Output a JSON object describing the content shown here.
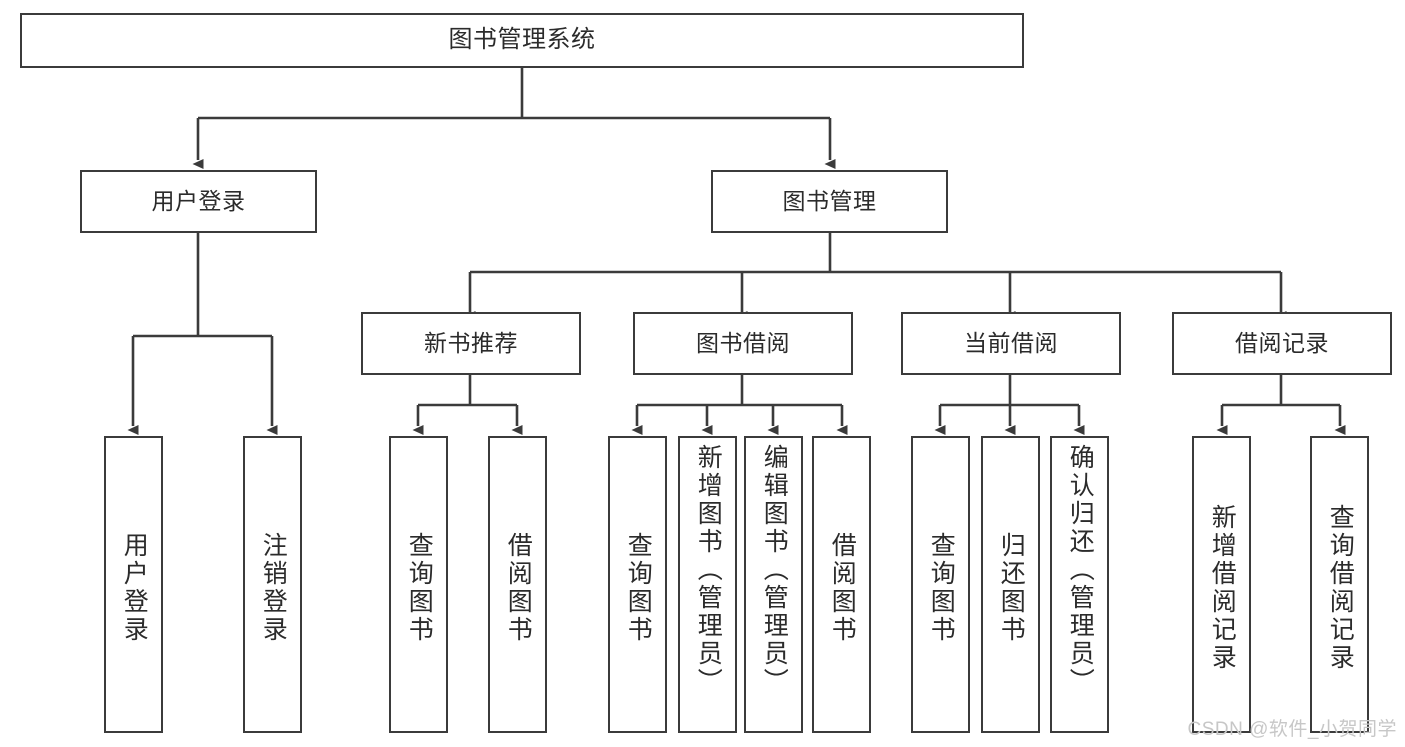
{
  "diagram": {
    "title": "图书管理系统",
    "type": "tree-hierarchy-chart",
    "watermark": "CSDN @软件_小贺同学",
    "colors": {
      "box_border": "#3b3b3b",
      "box_fill": "#ffffff",
      "text": "#2b2b2b",
      "edge": "#3b3b3b",
      "watermark": "#c7c7c7",
      "background": "#ffffff"
    }
  },
  "nodes": {
    "root": {
      "label": "图书管理系统"
    },
    "level1": [
      {
        "id": "user-login",
        "label": "用户登录"
      },
      {
        "id": "book-manage",
        "label": "图书管理"
      }
    ],
    "level2": [
      {
        "id": "new-book-recommend",
        "label": "新书推荐"
      },
      {
        "id": "book-borrow",
        "label": "图书借阅"
      },
      {
        "id": "current-borrow",
        "label": "当前借阅"
      },
      {
        "id": "borrow-record",
        "label": "借阅记录"
      }
    ],
    "leaves": {
      "user-login": [
        {
          "id": "leaf-user-login",
          "label": "用户登录"
        },
        {
          "id": "leaf-logout-login",
          "label": "注销登录"
        }
      ],
      "new-book-recommend": [
        {
          "id": "leaf-query-book-1",
          "label": "查询图书"
        },
        {
          "id": "leaf-borrow-book-1",
          "label": "借阅图书"
        }
      ],
      "book-borrow": [
        {
          "id": "leaf-query-book-2",
          "label": "查询图书"
        },
        {
          "id": "leaf-add-book",
          "label": "新增图书（管理员）"
        },
        {
          "id": "leaf-edit-book",
          "label": "编辑图书（管理员）"
        },
        {
          "id": "leaf-borrow-book-2",
          "label": "借阅图书"
        }
      ],
      "current-borrow": [
        {
          "id": "leaf-query-book-3",
          "label": "查询图书"
        },
        {
          "id": "leaf-return-book",
          "label": "归还图书"
        },
        {
          "id": "leaf-confirm-return",
          "label": "确认归还（管理员）"
        }
      ],
      "borrow-record": [
        {
          "id": "leaf-add-record",
          "label": "新增借阅记录"
        },
        {
          "id": "leaf-query-record",
          "label": "查询借阅记录"
        }
      ]
    }
  }
}
